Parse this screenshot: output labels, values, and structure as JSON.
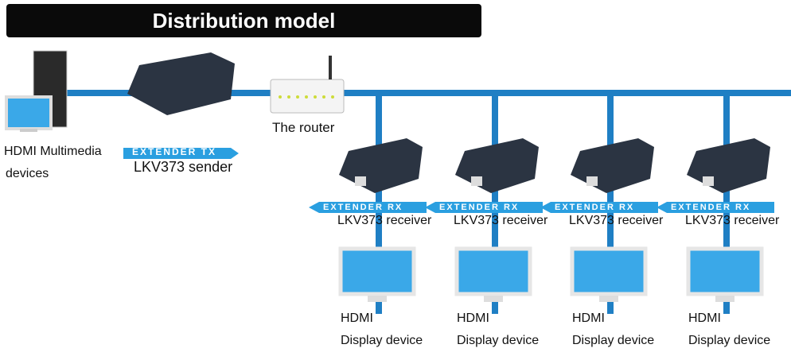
{
  "title": "Distribution model",
  "source": {
    "line1": "HDMI Multimedia",
    "line2": "devices"
  },
  "sender": {
    "banner": "EXTENDER TX",
    "label": "LKV373 sender"
  },
  "router": {
    "label": "The router"
  },
  "receivers": [
    {
      "banner": "EXTENDER RX",
      "label": "LKV373 receiver",
      "display1": "HDMI",
      "display2": "Display device"
    },
    {
      "banner": "EXTENDER RX",
      "label": "LKV373 receiver",
      "display1": "HDMI",
      "display2": "Display device"
    },
    {
      "banner": "EXTENDER RX",
      "label": "LKV373 receiver",
      "display1": "HDMI",
      "display2": "Display device"
    },
    {
      "banner": "EXTENDER RX",
      "label": "LKV373 receiver",
      "display1": "HDMI",
      "display2": "Display device"
    }
  ],
  "colors": {
    "cable": "#1f7fc4",
    "banner": "#2a9fe0",
    "device": "#2b3442"
  }
}
